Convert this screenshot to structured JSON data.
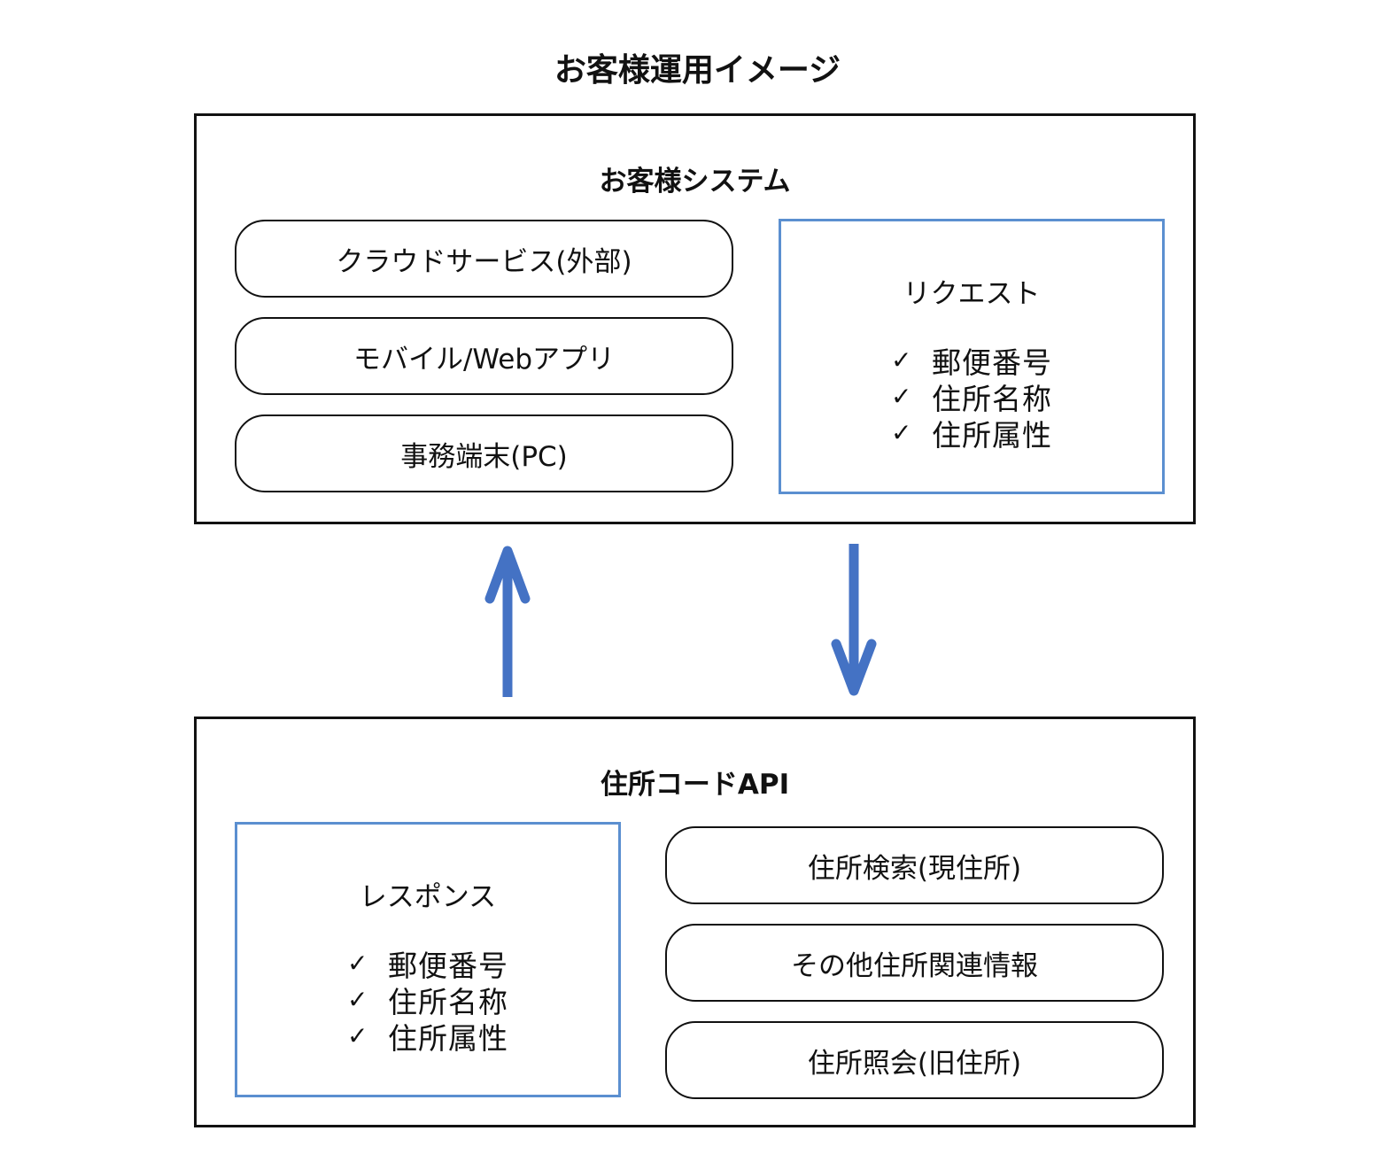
{
  "title": "お客様運用イメージ",
  "customer_system": {
    "title": "お客様システム",
    "clients": [
      {
        "label": "クラウドサービス(外部)"
      },
      {
        "label": "モバイル/Webアプリ"
      },
      {
        "label": "事務端末(PC)"
      }
    ],
    "request": {
      "heading": "リクエスト",
      "items": [
        {
          "check": "✓",
          "label": "郵便番号"
        },
        {
          "check": "✓",
          "label": "住所名称"
        },
        {
          "check": "✓",
          "label": "住所属性"
        }
      ]
    }
  },
  "address_api": {
    "title": "住所コードAPI",
    "response": {
      "heading": "レスポンス",
      "items": [
        {
          "check": "✓",
          "label": "郵便番号"
        },
        {
          "check": "✓",
          "label": "住所名称"
        },
        {
          "check": "✓",
          "label": "住所属性"
        }
      ]
    },
    "functions": [
      {
        "label": "住所検索(現住所)"
      },
      {
        "label": "その他住所関連情報"
      },
      {
        "label": "住所照会(旧住所)"
      }
    ]
  },
  "colors": {
    "arrow": "#4472c4",
    "box_border_blue": "#5b8fd0",
    "outline": "#111111"
  },
  "arrows": [
    {
      "direction": "up",
      "meaning": "response"
    },
    {
      "direction": "down",
      "meaning": "request"
    }
  ]
}
